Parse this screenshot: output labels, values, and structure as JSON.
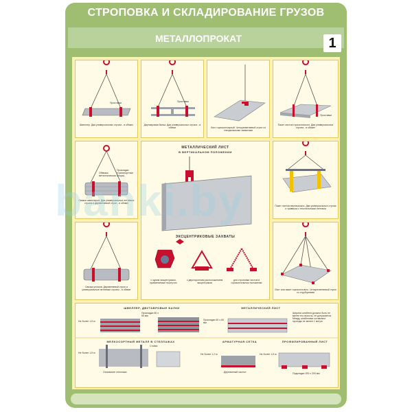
{
  "header": {
    "title": "СТРОПОВКА И СКЛАДИРОВАНИЕ ГРУЗОВ",
    "subtitle": "МЕТАЛЛОПРОКАТ",
    "sheet_number": "1"
  },
  "panels": {
    "p1": {
      "spacer": "Проставки",
      "caption": "Швеллер. Два универсальных стропа - в обхват"
    },
    "p2": {
      "spacer": "Проставки",
      "caption": "Двутавровая балка. Два универсальных стропа - в обхват"
    },
    "p3": {
      "caption": "Лист горизонтальный. Четырехветвевой строп со специальными захватами"
    },
    "p4": {
      "spacer": "Проставки",
      "caption": "Пакет листов горизонтально. Два универсальных стропа - в обхват"
    },
    "p5": {
      "label1": "Обвязка металлическая",
      "label2": "Прокладки (транспортные опоры)",
      "caption": "Связка швеллеров. Два универсальных петлевых стропа и двухветвевой строп - в обхват"
    },
    "p6": {
      "caption": "Пакет листов вертикально. Два универсальных стропа и траверса с текстильными лентами"
    },
    "p7": {
      "caption": "Связка уголков. Двухветвевой строп и универсальные петлевые стропы - в обхват"
    },
    "p8": {
      "caption": "Лист или пакет горизонтально. Четырехветвевой строп со струбцинами"
    },
    "center": {
      "sheet_title_1": "МЕТАЛЛИЧЕСКИЙ ЛИСТ",
      "sheet_title_2": "В ВЕРТИКАЛЬНОМ ПОЛОЖЕНИИ",
      "clamps_title": "ЭКСЦЕНТРИКОВЫЕ ЗАХВАТЫ",
      "clamp1": "с одним эксцентриком, применяемые поштучно",
      "clamp2": "с двусторонним расположением эксцентриков",
      "clamp3": "для строповки листов в горизонтальном положении"
    }
  },
  "storage": {
    "beams": {
      "title": "ШВЕЛЛЕР, ДВУТАВРОВЫЕ БАЛКИ",
      "height": "Не более 1,5 м",
      "spacer": "Прокладки 60 х 60 мм"
    },
    "sheet": {
      "title": "МЕТАЛЛИЧЕСКИЙ ЛИСТ",
      "spacer": "Прокладки 60 х 60 мм",
      "note": "Ширина штабеля должна быть не менее его высоты, не допускается. Между штабелями оставляют проходы не менее 1 метра"
    },
    "rack": {
      "title": "МЕЛКОСОРТНЫЙ МЕТАЛЛ В СТЕЛЛАЖАХ",
      "height": "Не более 1,5 м",
      "posts": "Стойки",
      "base": "Основание стеллажа"
    },
    "mesh": {
      "title": "АРМАТУРНАЯ СЕТКА",
      "height": "Не более 1,2 м",
      "base": "Деревянный настил"
    },
    "profile": {
      "title": "ПРОФИЛИРОВАННЫЙ ЛИСТ",
      "height": "Не более 1,5 м",
      "spacer": "Подкладки 200 х 200 мм"
    }
  },
  "watermark": "banki.by",
  "colors": {
    "frame": "#9fbe72",
    "board": "#fdf1b5",
    "hook": "#c8102e",
    "sling": "#555555",
    "metal": "#b8bcc2"
  }
}
